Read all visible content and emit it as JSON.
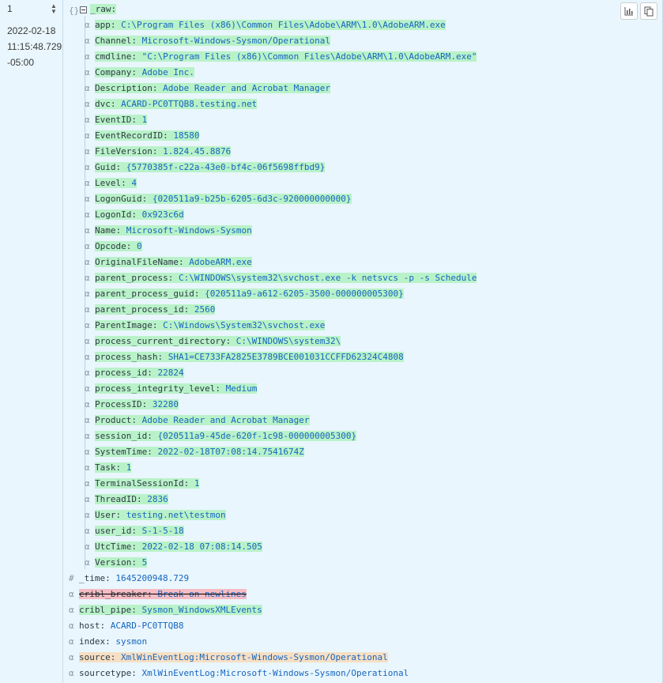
{
  "row": {
    "number": "1",
    "timestamp": [
      "2022-02-18",
      "11:15:48.729",
      "-05:00"
    ]
  },
  "raw_label": "_raw:",
  "raw_fields": [
    {
      "key": "app",
      "value": "C:\\Program Files (x86)\\Common Files\\Adobe\\ARM\\1.0\\AdobeARM.exe"
    },
    {
      "key": "Channel",
      "value": "Microsoft-Windows-Sysmon/Operational"
    },
    {
      "key": "cmdline",
      "value": "\"C:\\Program Files (x86)\\Common Files\\Adobe\\ARM\\1.0\\AdobeARM.exe\""
    },
    {
      "key": "Company",
      "value": "Adobe Inc."
    },
    {
      "key": "Description",
      "value": "Adobe Reader and Acrobat Manager"
    },
    {
      "key": "dvc",
      "value": "ACARD-PC0TTQB8.testing.net"
    },
    {
      "key": "EventID",
      "value": "1"
    },
    {
      "key": "EventRecordID",
      "value": "18580"
    },
    {
      "key": "FileVersion",
      "value": "1.824.45.8876"
    },
    {
      "key": "Guid",
      "value": "{5770385f-c22a-43e0-bf4c-06f5698ffbd9}"
    },
    {
      "key": "Level",
      "value": "4"
    },
    {
      "key": "LogonGuid",
      "value": "{020511a9-b25b-6205-6d3c-920000000000}"
    },
    {
      "key": "LogonId",
      "value": "0x923c6d"
    },
    {
      "key": "Name",
      "value": "Microsoft-Windows-Sysmon"
    },
    {
      "key": "Opcode",
      "value": "0"
    },
    {
      "key": "OriginalFileName",
      "value": "AdobeARM.exe"
    },
    {
      "key": "parent_process",
      "value": "C:\\WINDOWS\\system32\\svchost.exe -k netsvcs -p -s Schedule"
    },
    {
      "key": "parent_process_guid",
      "value": "{020511a9-a612-6205-3500-000000005300}"
    },
    {
      "key": "parent_process_id",
      "value": "2560"
    },
    {
      "key": "ParentImage",
      "value": "C:\\Windows\\System32\\svchost.exe"
    },
    {
      "key": "process_current_directory",
      "value": "C:\\WINDOWS\\system32\\"
    },
    {
      "key": "process_hash",
      "value": "SHA1=CE733FA2825E3789BCE001031CCFFD62324C4808"
    },
    {
      "key": "process_id",
      "value": "22824"
    },
    {
      "key": "process_integrity_level",
      "value": "Medium"
    },
    {
      "key": "ProcessID",
      "value": "32280"
    },
    {
      "key": "Product",
      "value": "Adobe Reader and Acrobat Manager"
    },
    {
      "key": "session_id",
      "value": "{020511a9-45de-620f-1c98-000000005300}"
    },
    {
      "key": "SystemTime",
      "value": "2022-02-18T07:08:14.7541674Z"
    },
    {
      "key": "Task",
      "value": "1"
    },
    {
      "key": "TerminalSessionId",
      "value": "1"
    },
    {
      "key": "ThreadID",
      "value": "2836"
    },
    {
      "key": "User",
      "value": "testing.net\\testmon"
    },
    {
      "key": "user_id",
      "value": "S-1-5-18"
    },
    {
      "key": "UtcTime",
      "value": "2022-02-18 07:08:14.505"
    },
    {
      "key": "Version",
      "value": "5"
    }
  ],
  "top_fields": [
    {
      "type": "#",
      "key": "_time",
      "value": "1645200948.729",
      "style": "plain"
    },
    {
      "type": "α",
      "key": "cribl_breaker",
      "value": "Break on newlines",
      "style": "removed"
    },
    {
      "type": "α",
      "key": "cribl_pipe",
      "value": "Sysmon_WindowsXMLEvents",
      "style": "added"
    },
    {
      "type": "α",
      "key": "host",
      "value": "ACARD-PC0TTQB8",
      "style": "plain"
    },
    {
      "type": "α",
      "key": "index",
      "value": "sysmon",
      "style": "plain"
    },
    {
      "type": "α",
      "key": "source",
      "value": "XmlWinEventLog:Microsoft-Windows-Sysmon/Operational",
      "style": "changed"
    },
    {
      "type": "α",
      "key": "sourcetype",
      "value": "XmlWinEventLog:Microsoft-Windows-Sysmon/Operational",
      "style": "plain"
    }
  ],
  "type_icons": {
    "object": "{}",
    "string": "α"
  },
  "colors": {
    "added": "#b9f2c9",
    "removed": "#f6bcc3",
    "changed": "#f6dfc4",
    "value": "#1565c0",
    "background": "#e9f6fd"
  },
  "toolbar": {
    "icons": [
      "bar-chart-icon",
      "copy-icon"
    ]
  }
}
